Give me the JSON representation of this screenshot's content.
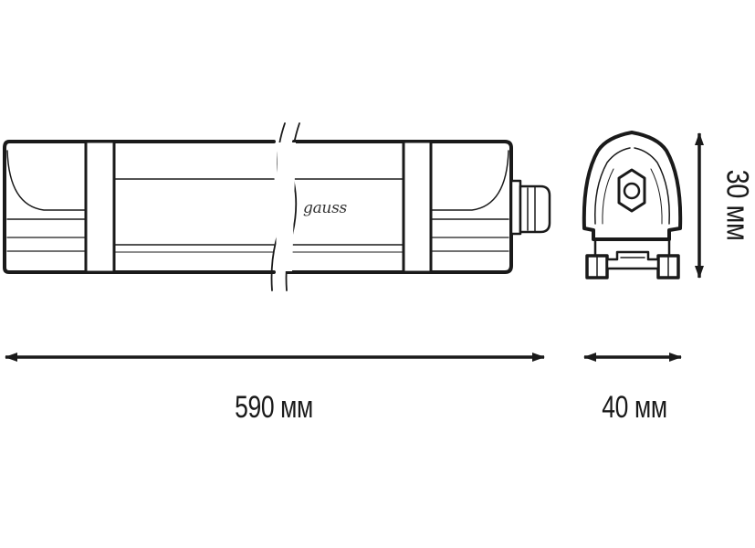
{
  "product": {
    "brand": "gauss"
  },
  "dimensions": {
    "length": "590 мм",
    "width": "40 мм",
    "height": "30 мм"
  },
  "colors": {
    "stroke": "#1a1a1a",
    "fill": "#ffffff"
  }
}
